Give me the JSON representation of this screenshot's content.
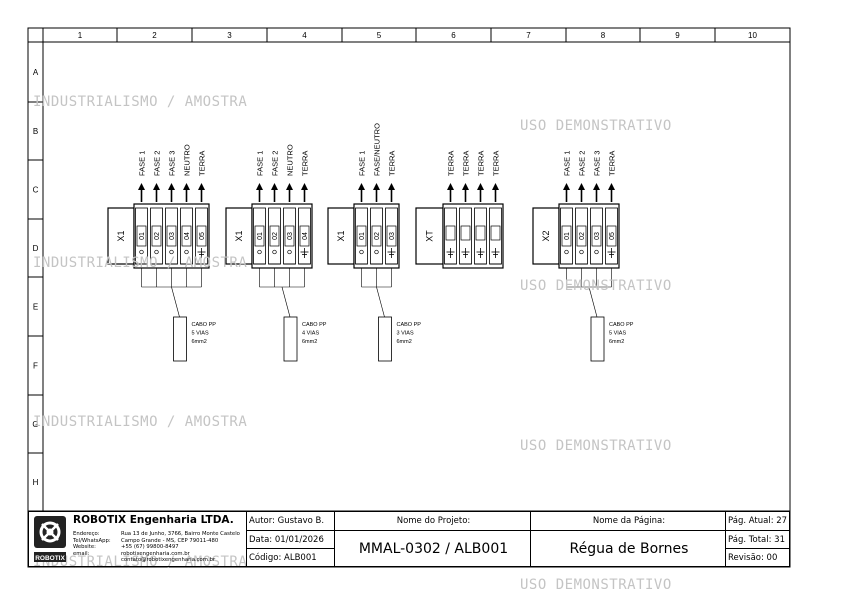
{
  "grid": {
    "columns": [
      "1",
      "2",
      "3",
      "4",
      "5",
      "6",
      "7",
      "8",
      "9",
      "10"
    ],
    "rows": [
      "A",
      "B",
      "C",
      "D",
      "E",
      "F",
      "G",
      "H"
    ]
  },
  "watermarks": [
    "INDUSTRIALISMO / AMOSTRA",
    "USO DEMONSTRATIVO",
    "INDUSTRIALISMO / AMOSTRA",
    "USO DEMONSTRATIVO",
    "INDUSTRIALISMO / AMOSTRA",
    "USO DEMONSTRATIVO",
    "INDUSTRIALISMO / AMOSTRA",
    "USO DEMONSTRATIVO"
  ],
  "strips": [
    {
      "tag": "X1",
      "signals": [
        "FASE 1",
        "FASE 2",
        "FASE 3",
        "NEUTRO",
        "TERRA"
      ],
      "terminals": [
        "01",
        "02",
        "03",
        "04",
        "05"
      ],
      "cable": [
        "CABO PP",
        "5 VIAS",
        "6mm2"
      ]
    },
    {
      "tag": "X1",
      "signals": [
        "FASE 1",
        "FASE 2",
        "NEUTRO",
        "TERRA"
      ],
      "terminals": [
        "01",
        "02",
        "03",
        "04"
      ],
      "cable": [
        "CABO PP",
        "4 VIAS",
        "6mm2"
      ]
    },
    {
      "tag": "X1",
      "signals": [
        "FASE 1",
        "FASE/NEUTRO",
        "TERRA"
      ],
      "terminals": [
        "01",
        "02",
        "03"
      ],
      "cable": [
        "CABO PP",
        "3 VIAS",
        "6mm2"
      ]
    },
    {
      "tag": "XT",
      "signals": [
        "TERRA",
        "TERRA",
        "TERRA",
        "TERRA"
      ],
      "terminals": [
        "",
        "",
        "",
        ""
      ],
      "cable": []
    },
    {
      "tag": "X2",
      "signals": [
        "FASE 1",
        "FASE 2",
        "FASE 3",
        "TERRA"
      ],
      "terminals": [
        "01",
        "02",
        "03",
        "05"
      ],
      "cable": [
        "CABO PP",
        "5 VIAS",
        "6mm2"
      ]
    }
  ],
  "titleblock": {
    "company": "ROBOTIX Engenharia LTDA.",
    "logo_text": "ROBOTIX",
    "contact": [
      {
        "label": "Endereço:",
        "value": "Rua 13 de Junho, 3766, Bairro Monte Castelo"
      },
      {
        "label": "",
        "value": "Campo Grande - MS, CEP 79011-480"
      },
      {
        "label": "Tel/WhatsApp:",
        "value": "+55 (67) 99800-8497"
      },
      {
        "label": "Website:",
        "value": "robotixengenharia.com.br"
      },
      {
        "label": "email:",
        "value": "contato@robotixengenharia.com.br"
      }
    ],
    "author": "Autor: Gustavo B.",
    "date": "Data: 01/01/2026",
    "code": "Código: ALB001",
    "project_header": "Nome do Projeto:",
    "project_name": "MMAL-0302 / ALB001",
    "page_header": "Nome da Página:",
    "page_name": "Régua de Bornes",
    "current_page": "Pág. Atual: 27",
    "total_pages": "Pág. Total: 31",
    "revision": "Revisão: 00"
  }
}
